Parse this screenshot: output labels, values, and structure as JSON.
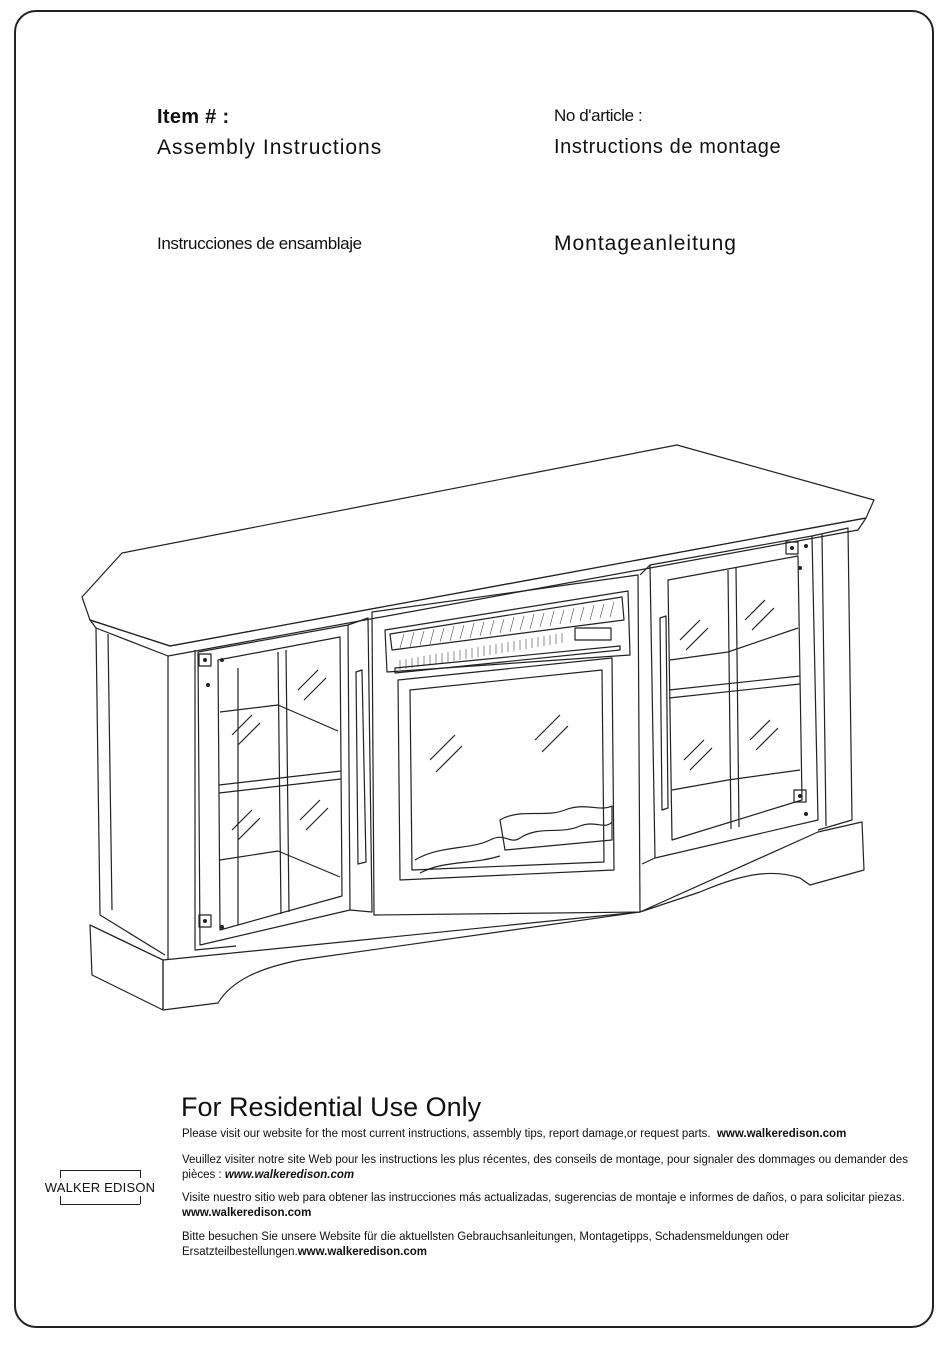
{
  "header": {
    "item_label": "Item # :",
    "assembly_en": "Assembly  Instructions",
    "item_label_fr": "No d'article :",
    "assembly_fr": "Instructions de montage",
    "assembly_es": "Instrucciones de ensamblaje",
    "assembly_de": "Montageanleitung"
  },
  "illustration": {
    "subject": "corner fireplace tv stand line drawing"
  },
  "footer": {
    "title": "For Residential Use Only",
    "paragraphs": [
      {
        "text": "Please visit our website for the most current instructions, assembly tips, report damage,or request parts.",
        "link": "www.walkeredison.com"
      },
      {
        "text": "Veuillez visiter notre site Web pour les instructions les plus récentes, des conseils de montage, pour signaler des dommages ou demander des pièces :",
        "link": "www.walkeredison.com"
      },
      {
        "text": "Visite nuestro sitio web para obtener las instrucciones más actualizadas, sugerencias de montaje e informes de daños, o para solicitar piezas.",
        "link": "www.walkeredison.com"
      },
      {
        "text": "Bitte besuchen Sie unsere Website für die aktuellsten Gebrauchsanleitungen, Montagetipps, Schadensmeldungen oder Ersatzteilbestellungen.",
        "link": "www.walkeredison.com"
      }
    ],
    "logo_text": "WALKER EDISON"
  }
}
